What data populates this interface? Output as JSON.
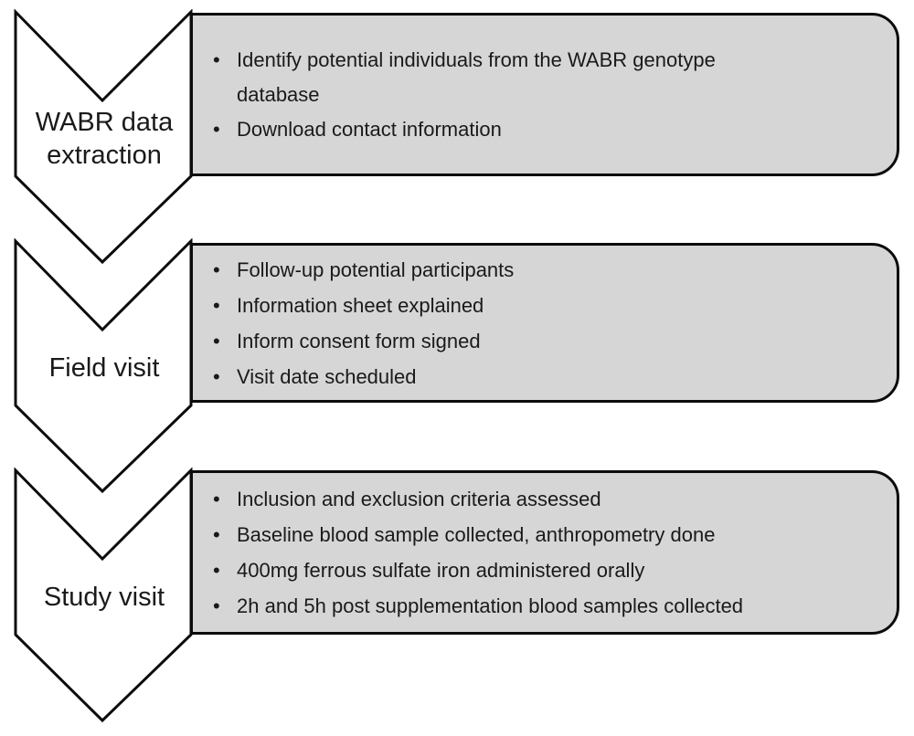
{
  "diagram": {
    "bullet_glyph": "•",
    "steps": [
      {
        "label": "WABR data extraction",
        "items": [
          "Identify potential individuals from the WABR genotype database",
          "Download contact information"
        ]
      },
      {
        "label": "Field visit",
        "items": [
          "Follow-up potential participants",
          "Information sheet explained",
          "Inform consent form signed",
          "Visit date scheduled"
        ]
      },
      {
        "label": "Study visit",
        "items": [
          "Inclusion and exclusion criteria assessed",
          "Baseline blood sample collected, anthropometry done",
          "400mg ferrous sulfate iron administered orally",
          "2h and 5h post supplementation blood samples collected"
        ]
      }
    ],
    "colors": {
      "box_fill": "#d6d6d6",
      "outline": "#0c0c0c",
      "chevron_fill": "#ffffff",
      "text": "#1a1a1a"
    }
  }
}
